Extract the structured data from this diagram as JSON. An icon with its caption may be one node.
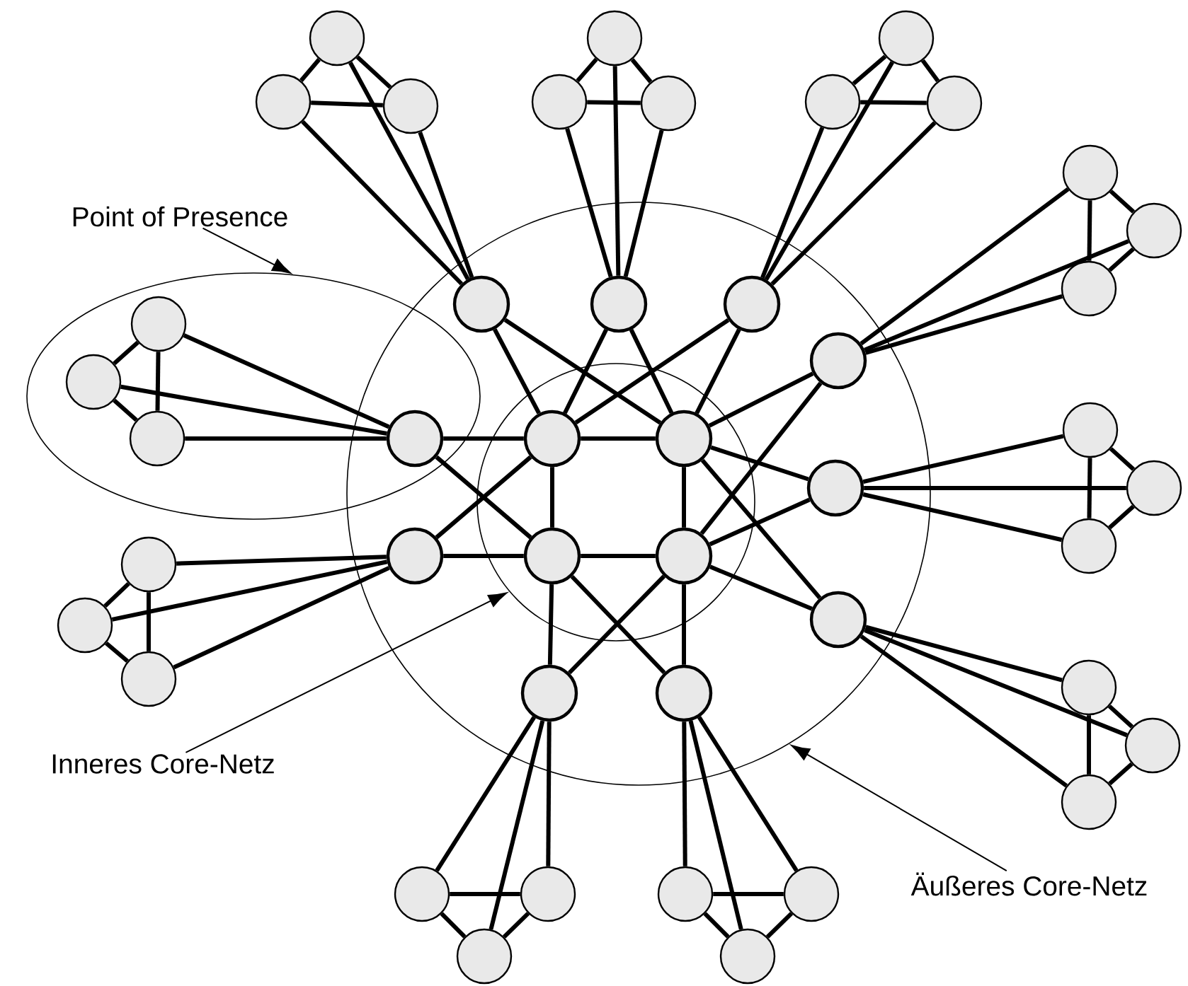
{
  "diagram": {
    "nodes": [
      {
        "text": [
          "Point of Presence"
        ]
      },
      {
        "text": [],
        "shape": "ellipse"
      },
      {
        "text": [],
        "shape": "circle"
      },
      {
        "text": [],
        "shape": "circle",
        "in": 2
      },
      {
        "text": [],
        "shape": "circle",
        "in": 3
      },
      {
        "text": [],
        "shape": "circle",
        "in": 3
      },
      {
        "text": [],
        "shape": "circle",
        "in": 3
      },
      {
        "text": [],
        "shape": "circle",
        "in": 3
      },
      {
        "text": [],
        "shape": "circle",
        "in": 2
      },
      {
        "text": [],
        "shape": "circle",
        "in": 2
      },
      {
        "text": [],
        "shape": "circle",
        "in": 2
      },
      {
        "text": [],
        "shape": "circle",
        "in": 2
      },
      {
        "text": [],
        "shape": "circle",
        "in": 2
      },
      {
        "text": [],
        "shape": "circle",
        "in": 2
      },
      {
        "text": [],
        "shape": "circle",
        "in": 2
      },
      {
        "text": [],
        "shape": "circle",
        "in": 2
      },
      {
        "text": [],
        "shape": "circle",
        "in": 2
      },
      {
        "text": [],
        "shape": "circle"
      },
      {
        "text": [],
        "shape": "circle"
      },
      {
        "text": [],
        "shape": "circle"
      },
      {
        "text": [],
        "shape": "circle"
      },
      {
        "text": [],
        "shape": "circle"
      },
      {
        "text": [],
        "shape": "circle"
      },
      {
        "text": [],
        "shape": "circle"
      },
      {
        "text": [],
        "shape": "circle"
      },
      {
        "text": [],
        "shape": "circle"
      },
      {
        "text": [],
        "shape": "circle"
      },
      {
        "text": [],
        "shape": "circle"
      },
      {
        "text": [],
        "shape": "circle"
      },
      {
        "text": [],
        "shape": "circle"
      },
      {
        "text": [],
        "shape": "circle"
      },
      {
        "text": [],
        "shape": "circle"
      },
      {
        "text": [],
        "shape": "circle"
      },
      {
        "text": [],
        "shape": "circle"
      },
      {
        "text": [],
        "shape": "circle"
      },
      {
        "text": [],
        "shape": "circle"
      },
      {
        "text": [],
        "shape": "circle"
      },
      {
        "text": [],
        "shape": "circle"
      },
      {
        "text": [],
        "shape": "circle"
      },
      {
        "text": [],
        "shape": "circle"
      },
      {
        "text": [],
        "shape": "circle"
      },
      {
        "text": [],
        "shape": "circle"
      },
      {
        "text": [],
        "shape": "circle"
      },
      {
        "text": [],
        "shape": "circle"
      },
      {
        "text": [],
        "shape": "circle"
      },
      {
        "text": [],
        "shape": "circle",
        "in": 1
      },
      {
        "text": [],
        "shape": "circle",
        "in": 1
      },
      {
        "text": [],
        "shape": "circle",
        "in": 1
      },
      {
        "text": [
          "Inneres Core-Netz"
        ]
      },
      {
        "text": [
          "Äußeres Core-Netz"
        ]
      }
    ],
    "edges": [
      {
        "from": 4,
        "to": 5,
        "arrow": "none"
      },
      {
        "from": 4,
        "to": 6,
        "arrow": "none"
      },
      {
        "from": 5,
        "to": 7,
        "arrow": "none"
      },
      {
        "from": 6,
        "to": 7,
        "arrow": "none"
      },
      {
        "from": 8,
        "to": 4,
        "arrow": "none"
      },
      {
        "from": 8,
        "to": 5,
        "arrow": "none"
      },
      {
        "from": 9,
        "to": 4,
        "arrow": "none"
      },
      {
        "from": 9,
        "to": 5,
        "arrow": "none"
      },
      {
        "from": 10,
        "to": 4,
        "arrow": "none"
      },
      {
        "from": 10,
        "to": 5,
        "arrow": "none"
      },
      {
        "from": 11,
        "to": 5,
        "arrow": "none"
      },
      {
        "from": 11,
        "to": 7,
        "arrow": "none"
      },
      {
        "from": 12,
        "to": 5,
        "arrow": "none"
      },
      {
        "from": 12,
        "to": 7,
        "arrow": "none"
      },
      {
        "from": 13,
        "to": 5,
        "arrow": "none"
      },
      {
        "from": 13,
        "to": 7,
        "arrow": "none"
      },
      {
        "from": 14,
        "to": 7,
        "arrow": "none"
      },
      {
        "from": 14,
        "to": 6,
        "arrow": "none"
      },
      {
        "from": 15,
        "to": 6,
        "arrow": "none"
      },
      {
        "from": 15,
        "to": 7,
        "arrow": "none"
      },
      {
        "from": 16,
        "to": 6,
        "arrow": "none"
      },
      {
        "from": 16,
        "to": 4,
        "arrow": "none"
      },
      {
        "from": 17,
        "to": 4,
        "arrow": "none"
      },
      {
        "from": 17,
        "to": 6,
        "arrow": "none"
      },
      {
        "from": 18,
        "to": 19,
        "arrow": "none"
      },
      {
        "from": 18,
        "to": 20,
        "arrow": "none"
      },
      {
        "from": 19,
        "to": 20,
        "arrow": "none"
      },
      {
        "from": 8,
        "to": 18,
        "arrow": "none"
      },
      {
        "from": 8,
        "to": 19,
        "arrow": "none"
      },
      {
        "from": 8,
        "to": 20,
        "arrow": "none"
      },
      {
        "from": 21,
        "to": 22,
        "arrow": "none"
      },
      {
        "from": 21,
        "to": 23,
        "arrow": "none"
      },
      {
        "from": 22,
        "to": 23,
        "arrow": "none"
      },
      {
        "from": 9,
        "to": 21,
        "arrow": "none"
      },
      {
        "from": 9,
        "to": 22,
        "arrow": "none"
      },
      {
        "from": 9,
        "to": 23,
        "arrow": "none"
      },
      {
        "from": 24,
        "to": 25,
        "arrow": "none"
      },
      {
        "from": 24,
        "to": 26,
        "arrow": "none"
      },
      {
        "from": 25,
        "to": 26,
        "arrow": "none"
      },
      {
        "from": 10,
        "to": 24,
        "arrow": "none"
      },
      {
        "from": 10,
        "to": 25,
        "arrow": "none"
      },
      {
        "from": 10,
        "to": 26,
        "arrow": "none"
      },
      {
        "from": 27,
        "to": 28,
        "arrow": "none"
      },
      {
        "from": 27,
        "to": 29,
        "arrow": "none"
      },
      {
        "from": 28,
        "to": 29,
        "arrow": "none"
      },
      {
        "from": 11,
        "to": 27,
        "arrow": "none"
      },
      {
        "from": 11,
        "to": 28,
        "arrow": "none"
      },
      {
        "from": 11,
        "to": 29,
        "arrow": "none"
      },
      {
        "from": 30,
        "to": 31,
        "arrow": "none"
      },
      {
        "from": 30,
        "to": 32,
        "arrow": "none"
      },
      {
        "from": 31,
        "to": 32,
        "arrow": "none"
      },
      {
        "from": 12,
        "to": 30,
        "arrow": "none"
      },
      {
        "from": 12,
        "to": 31,
        "arrow": "none"
      },
      {
        "from": 12,
        "to": 32,
        "arrow": "none"
      },
      {
        "from": 33,
        "to": 34,
        "arrow": "none"
      },
      {
        "from": 33,
        "to": 35,
        "arrow": "none"
      },
      {
        "from": 34,
        "to": 35,
        "arrow": "none"
      },
      {
        "from": 13,
        "to": 33,
        "arrow": "none"
      },
      {
        "from": 13,
        "to": 34,
        "arrow": "none"
      },
      {
        "from": 13,
        "to": 35,
        "arrow": "none"
      },
      {
        "from": 36,
        "to": 37,
        "arrow": "none"
      },
      {
        "from": 36,
        "to": 38,
        "arrow": "none"
      },
      {
        "from": 37,
        "to": 38,
        "arrow": "none"
      },
      {
        "from": 14,
        "to": 36,
        "arrow": "none"
      },
      {
        "from": 14,
        "to": 37,
        "arrow": "none"
      },
      {
        "from": 14,
        "to": 38,
        "arrow": "none"
      },
      {
        "from": 39,
        "to": 40,
        "arrow": "none"
      },
      {
        "from": 39,
        "to": 41,
        "arrow": "none"
      },
      {
        "from": 40,
        "to": 41,
        "arrow": "none"
      },
      {
        "from": 15,
        "to": 39,
        "arrow": "none"
      },
      {
        "from": 15,
        "to": 40,
        "arrow": "none"
      },
      {
        "from": 15,
        "to": 41,
        "arrow": "none"
      },
      {
        "from": 42,
        "to": 43,
        "arrow": "none"
      },
      {
        "from": 42,
        "to": 44,
        "arrow": "none"
      },
      {
        "from": 43,
        "to": 44,
        "arrow": "none"
      },
      {
        "from": 16,
        "to": 42,
        "arrow": "none"
      },
      {
        "from": 16,
        "to": 43,
        "arrow": "none"
      },
      {
        "from": 16,
        "to": 44,
        "arrow": "none"
      },
      {
        "from": 45,
        "to": 46,
        "arrow": "none"
      },
      {
        "from": 45,
        "to": 47,
        "arrow": "none"
      },
      {
        "from": 46,
        "to": 47,
        "arrow": "none"
      },
      {
        "from": 17,
        "to": 45,
        "arrow": "none"
      },
      {
        "from": 17,
        "to": 46,
        "arrow": "none"
      },
      {
        "from": 17,
        "to": 47,
        "arrow": "none"
      },
      {
        "from": 0,
        "to": 1,
        "arrow": "to"
      },
      {
        "from": 48,
        "to": 3,
        "arrow": "to"
      },
      {
        "from": 49,
        "to": 2,
        "arrow": "to"
      }
    ]
  }
}
